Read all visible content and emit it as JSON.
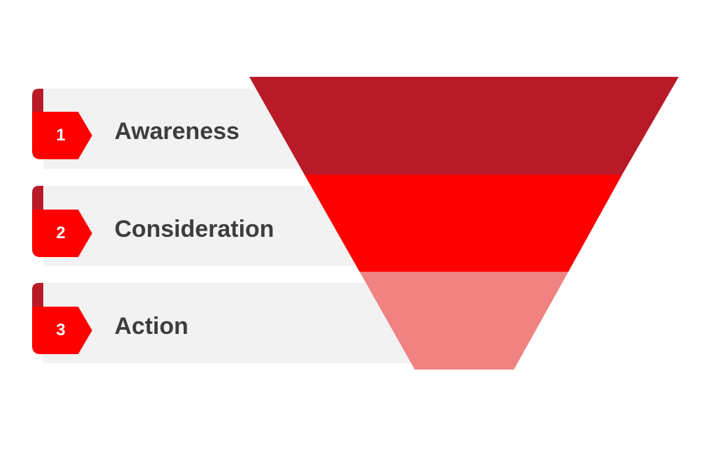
{
  "funnel": {
    "stages": [
      {
        "number": "1",
        "label": "Awareness",
        "color": "#b91a27"
      },
      {
        "number": "2",
        "label": "Consideration",
        "color": "#ff0000"
      },
      {
        "number": "3",
        "label": "Action",
        "color": "#f08282"
      }
    ],
    "colors": {
      "band": "#f2f2f2",
      "tab": "#ff0000",
      "tab_fold": "#b91a27",
      "label_text": "#3d3d3d",
      "number_text": "#ffffff"
    }
  }
}
